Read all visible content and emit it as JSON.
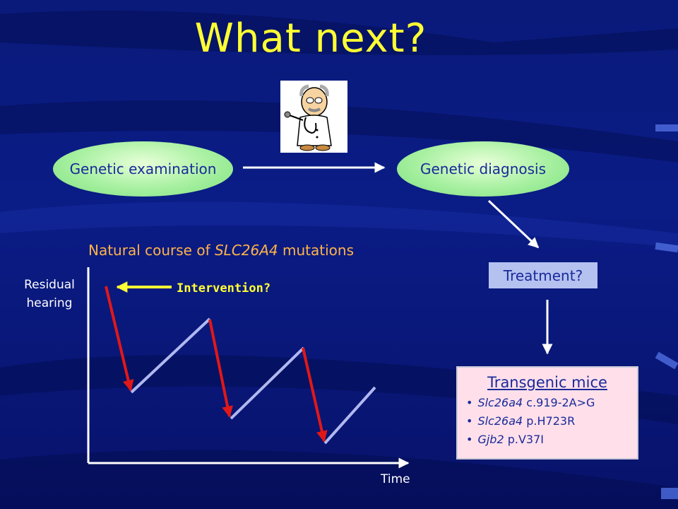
{
  "slide": {
    "title": "What next?",
    "colors": {
      "background": "#0a1a7a",
      "title": "#ffff33",
      "ellipse": "#a6f0a0",
      "red_arrow": "#e01818",
      "blue_line": "#b0b8f0"
    }
  },
  "flow": {
    "genetic_examination": "Genetic examination",
    "genetic_diagnosis": "Genetic diagnosis",
    "treatment": "Treatment?",
    "doctor_icon": "doctor-with-stethoscope-icon"
  },
  "course": {
    "title_prefix": "Natural course of ",
    "title_gene": "SLC26A4",
    "title_suffix": " mutations",
    "y_label_line1": "Residual",
    "y_label_line2": "hearing",
    "x_label": "Time",
    "intervention": "Intervention?"
  },
  "mice": {
    "title": "Transgenic mice",
    "items": [
      {
        "gene": "Slc26a4",
        "variant": " c.919-2A>G"
      },
      {
        "gene": "Slc26a4",
        "variant": " p.H723R"
      },
      {
        "gene": "Gjb2",
        "variant": " p.V37I"
      }
    ]
  }
}
